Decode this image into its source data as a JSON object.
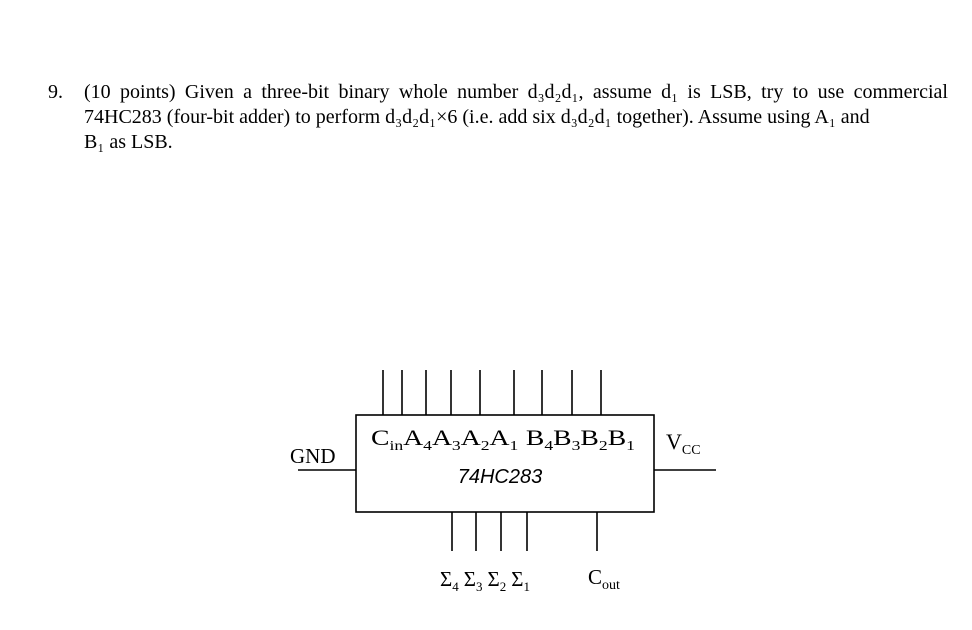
{
  "question": {
    "number": "9.",
    "lines": [
      "(10 points) Given a three-bit binary whole number d₃d₂d₁, assume d₁ is LSB, try to use commercial",
      "74HC283 (four-bit adder) to perform d₃d₂d₁×6 (i.e. add six d₃d₂d₁ together). Assume using A₁ and",
      "B₁ as LSB."
    ]
  },
  "diagram": {
    "chip_name": "74HC283",
    "gnd_label": "GND",
    "vcc": {
      "base": "V",
      "sub": "CC"
    },
    "inputs": [
      {
        "base": "C",
        "sub": "in"
      },
      {
        "base": "A",
        "sub": "4"
      },
      {
        "base": "A",
        "sub": "3"
      },
      {
        "base": "A",
        "sub": "2"
      },
      {
        "base": "A",
        "sub": "1"
      },
      {
        "base": "B",
        "sub": "4"
      },
      {
        "base": "B",
        "sub": "3"
      },
      {
        "base": "B",
        "sub": "2"
      },
      {
        "base": "B",
        "sub": "1"
      }
    ],
    "outputs": [
      {
        "base": "Σ",
        "sub": "4"
      },
      {
        "base": "Σ",
        "sub": "3"
      },
      {
        "base": "Σ",
        "sub": "2"
      },
      {
        "base": "Σ",
        "sub": "1"
      },
      {
        "base": "C",
        "sub": "out"
      }
    ]
  }
}
